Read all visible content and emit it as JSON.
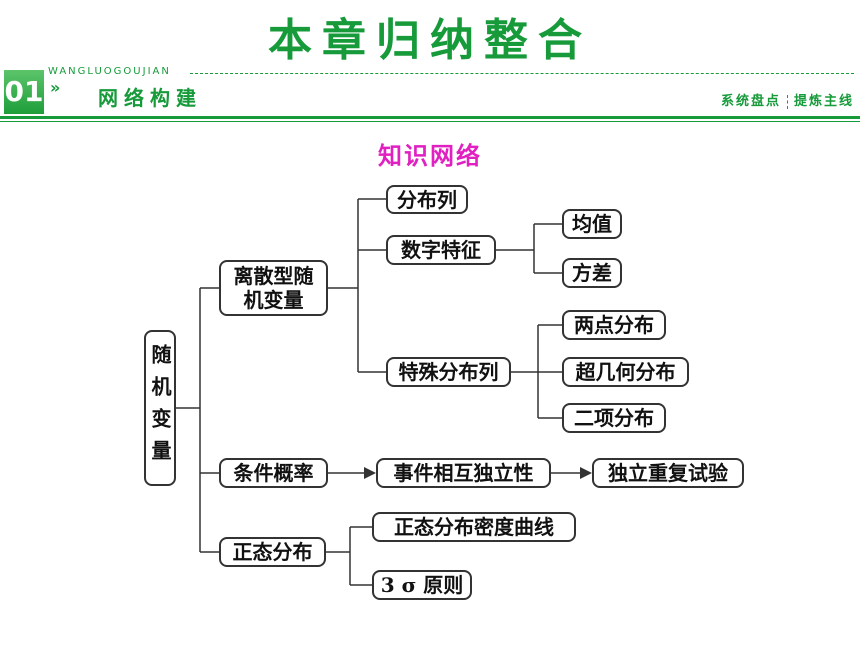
{
  "title": "本章归纳整合",
  "header": {
    "number": "01",
    "pinyin": "WANGLUOGOUJIAN",
    "section": "网络构建",
    "tag_left": "系统盘点",
    "tag_right": "提炼主线"
  },
  "subtitle": "知识网络",
  "diagram": {
    "root": "随机变量",
    "n_discrete": "离散型随机变量",
    "n_dist_table": "分布列",
    "n_numeric": "数字特征",
    "n_mean": "均值",
    "n_variance": "方差",
    "n_special": "特殊分布列",
    "n_two_point": "两点分布",
    "n_hypergeo": "超几何分布",
    "n_binomial": "二项分布",
    "n_conditional": "条件概率",
    "n_independent": "事件相互独立性",
    "n_repeated": "独立重复试验",
    "n_normal": "正态分布",
    "n_density": "正态分布密度曲线",
    "n_3sigma": "3 σ 原则"
  },
  "colors": {
    "green": "#169a3a",
    "magenta": "#e020c0"
  }
}
